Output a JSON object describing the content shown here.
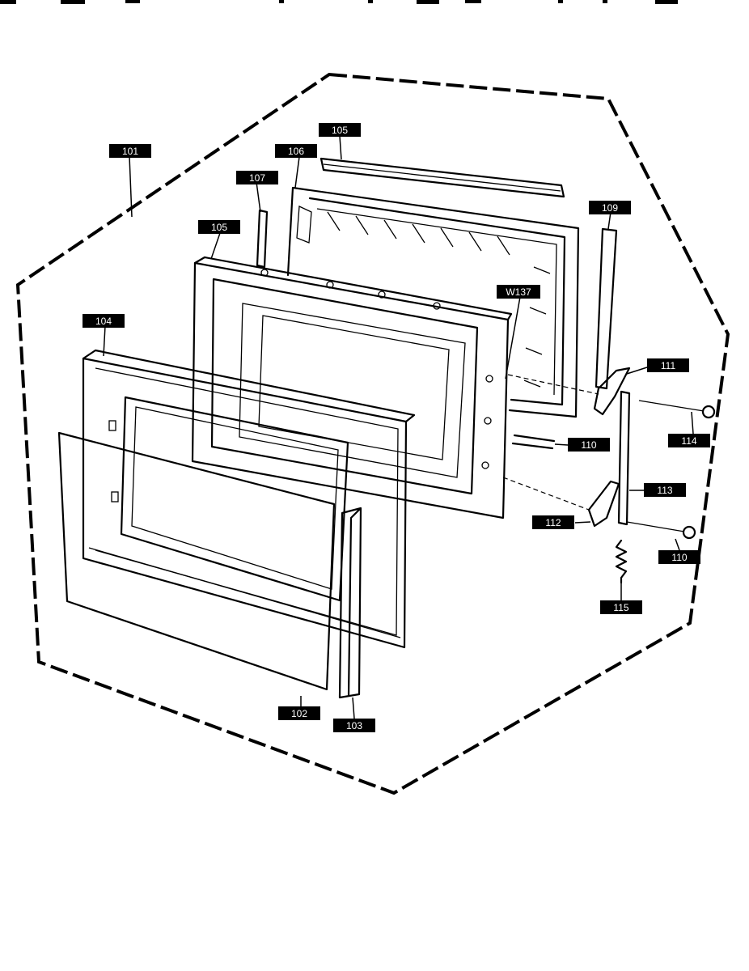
{
  "diagram": {
    "labels": {
      "p101": "101",
      "p102": "102",
      "p103": "103",
      "p104": "104",
      "p105a": "105",
      "p105b": "105",
      "p106": "106",
      "p107": "107",
      "p109": "109",
      "w137": "W137",
      "p110a": "110",
      "p110b": "110",
      "p111": "111",
      "p112": "112",
      "p113": "113",
      "p114": "114",
      "p115": "115"
    }
  }
}
